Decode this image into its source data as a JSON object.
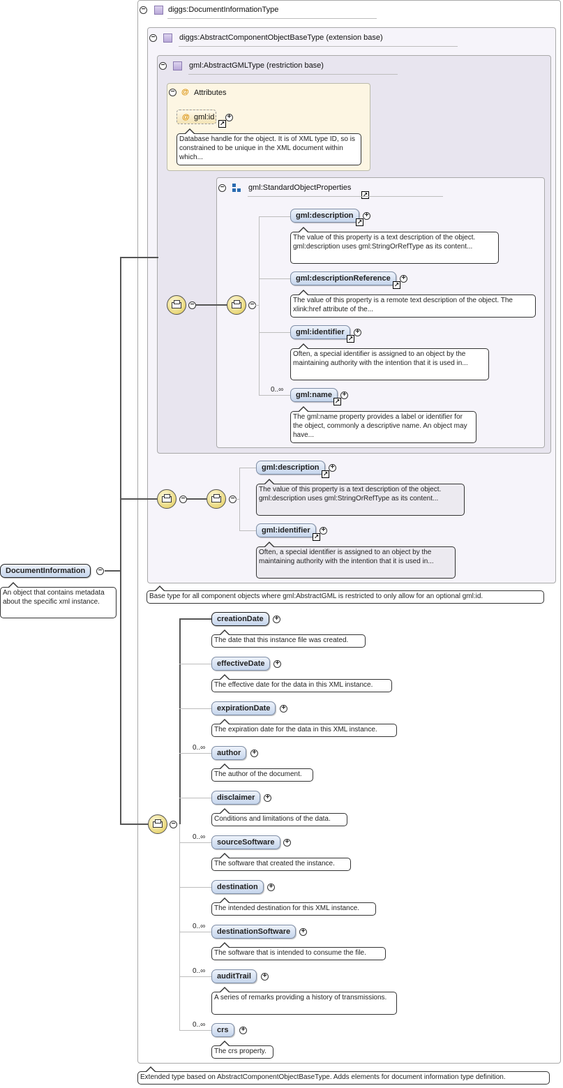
{
  "root": {
    "name": "DocumentInformation",
    "doc": "An object that contains metadata about the specific xml instance."
  },
  "types": {
    "document_type": "diggs:DocumentInformationType",
    "component_base": "diggs:AbstractComponentObjectBaseType (extension base)",
    "gml_type": "gml:AbstractGMLType (restriction base)",
    "attributes_title": "Attributes",
    "std_props": "gml:StandardObjectProperties"
  },
  "attribute": {
    "name": "gml:id",
    "doc": "Database handle for the object. It is of XML type ID, so is constrained to be unique in the XML document within which..."
  },
  "std_elements": [
    {
      "name": "gml:description",
      "doc": "The value of this property is a text description of the object. gml:description uses gml:StringOrRefType as its content..."
    },
    {
      "name": "gml:descriptionReference",
      "doc": "The value of this property is a remote text description of the object. The xlink:href attribute of the..."
    },
    {
      "name": "gml:identifier",
      "doc": "Often, a special identifier is assigned to an object by the maintaining authority with the intention that it is used in..."
    },
    {
      "name": "gml:name",
      "card": "0..∞",
      "doc": "The gml:name property provides a label or identifier for the object, commonly a descriptive name. An object may have..."
    }
  ],
  "base_elements": [
    {
      "name": "gml:description",
      "doc": "The value of this property is a text description of the object. gml:description uses gml:StringOrRefType as its content..."
    },
    {
      "name": "gml:identifier",
      "doc": "Often, a special identifier is assigned to an object by the maintaining authority with the intention that it is used in..."
    }
  ],
  "base_doc": "Base type for all component objects where gml:AbstractGML is restricted to only allow for an optional gml:id.",
  "elements": [
    {
      "name": "creationDate",
      "doc": "The date that this instance file was created."
    },
    {
      "name": "effectiveDate",
      "doc": "The effective date for the data in this XML instance."
    },
    {
      "name": "expirationDate",
      "doc": "The expiration date for the data in this XML instance."
    },
    {
      "name": "author",
      "card": "0..∞",
      "doc": "The author of the document."
    },
    {
      "name": "disclaimer",
      "doc": "Conditions and limitations of the data."
    },
    {
      "name": "sourceSoftware",
      "card": "0..∞",
      "doc": "The software that created the instance."
    },
    {
      "name": "destination",
      "doc": "The intended destination for this XML instance."
    },
    {
      "name": "destinationSoftware",
      "card": "0..∞",
      "doc": "The software that is intended to consume the file."
    },
    {
      "name": "auditTrail",
      "card": "0..∞",
      "doc": "A series of remarks providing a history of transmissions."
    },
    {
      "name": "crs",
      "card": "0..∞",
      "doc": "The crs property."
    }
  ],
  "type_doc": "Extended type based on AbstractComponentObjectBaseType. Adds elements for document information type definition.",
  "colors": {
    "element_fill": "#c5d5ec",
    "type_icon": "#b9a9d9",
    "attribute_fill": "#fdf6e3",
    "sequence": "#e9d779"
  }
}
